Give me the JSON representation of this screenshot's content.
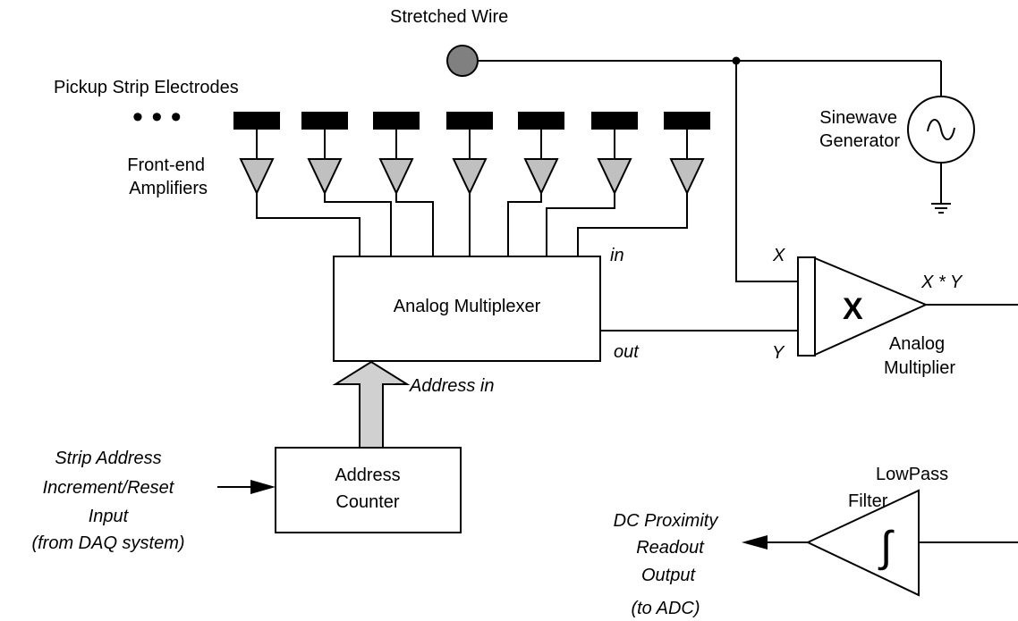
{
  "labels": {
    "stretched_wire": "Stretched Wire",
    "pickup_electrodes": "Pickup Strip Electrodes",
    "ellipsis": "• • •",
    "frontend_line1": "Front-end",
    "frontend_line2": "Amplifiers",
    "sinewave_line1": "Sinewave",
    "sinewave_line2": "Generator",
    "mux_title": "Analog Multiplexer",
    "mux_in": "in",
    "mux_out": "out",
    "mult_x_in": "X",
    "mult_y_in": "Y",
    "mult_symbol": "X",
    "mult_output": "X * Y",
    "mult_line1": "Analog",
    "mult_line2": "Multiplier",
    "address_in": "Address in",
    "counter_line1": "Address",
    "counter_line2": "Counter",
    "strip_line1": "Strip Address",
    "strip_line2": "Increment/Reset",
    "strip_line3": "Input",
    "strip_line4": "(from DAQ system)",
    "lowpass_line1": "LowPass",
    "lowpass_line2": "Filter",
    "integrator_symbol": "∫",
    "dc_line1": "DC Proximity",
    "dc_line2": "Readout",
    "dc_line3": "Output",
    "dc_line4": "(to ADC)"
  },
  "electrode_count": 7,
  "amplifier_count": 7,
  "colors": {
    "line": "#000000",
    "electrode": "#000000",
    "amplifier_fill": "#c0c0c0",
    "wire_fill": "#808080",
    "arrow_fill": "#d0d0d0"
  }
}
